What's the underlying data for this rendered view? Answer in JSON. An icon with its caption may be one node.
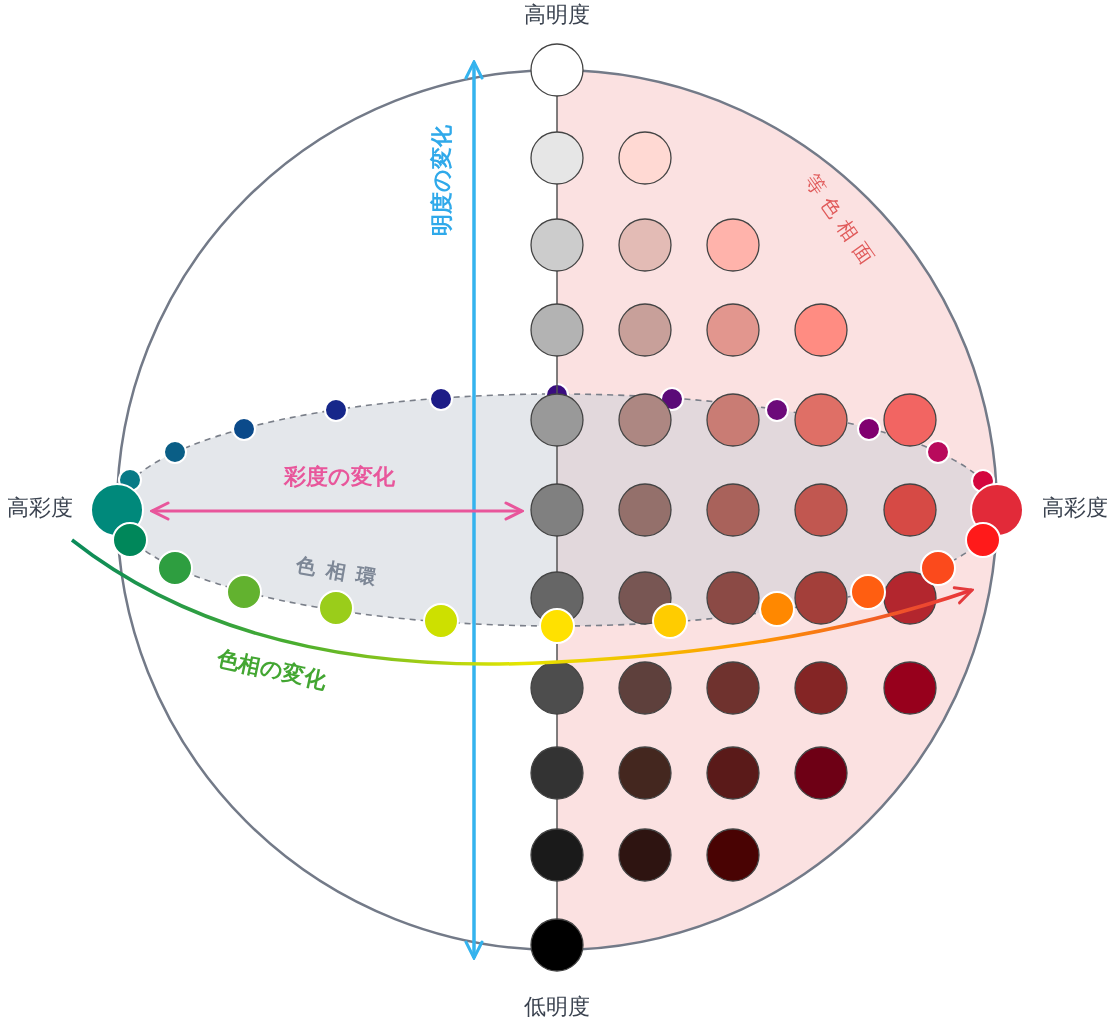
{
  "diagram": {
    "labels": [
      "高明度",
      "明度の変化",
      "等色相面",
      "彩度の変化",
      "高彩度",
      "高彩度",
      "色相環",
      "色相の変化",
      "低明度"
    ]
  }
}
